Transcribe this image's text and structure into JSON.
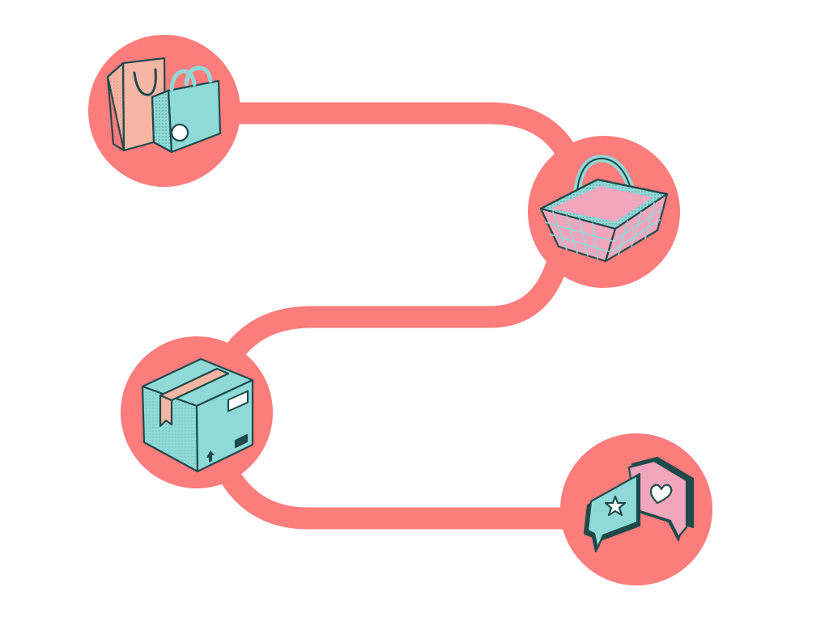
{
  "diagram": {
    "kind": "customer-journey-flow",
    "colors": {
      "path": "#FD7C7C",
      "node": "#FD7C7C",
      "accent": "#8FDAD8",
      "pink": "#F1A6BD",
      "peach": "#F7B5A3",
      "outline": "#1F4A4C",
      "background": "#FFFFFF"
    },
    "steps": [
      {
        "id": "shop",
        "icon": "shopping-bags-icon"
      },
      {
        "id": "cart",
        "icon": "shopping-basket-icon"
      },
      {
        "id": "ship",
        "icon": "shipping-box-icon"
      },
      {
        "id": "review",
        "icon": "review-bubbles-icon"
      }
    ]
  }
}
